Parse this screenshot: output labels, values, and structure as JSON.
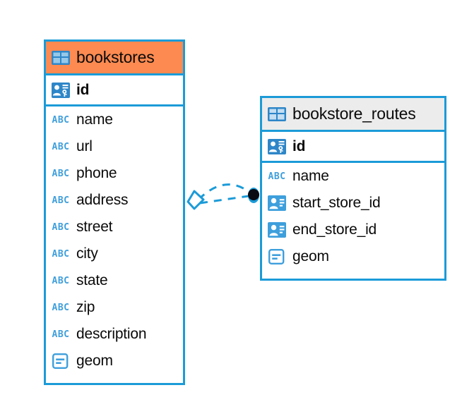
{
  "diagram": {
    "type": "entity-relationship-diagram",
    "background_color": "#FFFFFF",
    "accent_color": "#1B9BD8",
    "highlight_color": "#FD8A50",
    "header_gray": "#ECECEC"
  },
  "entities": [
    {
      "name": "bookstores",
      "header_style": "orange",
      "table_icon": "table-icon",
      "fields": [
        {
          "name": "id",
          "type_icon": "primary-key-icon",
          "is_key": true
        },
        {
          "name": "name",
          "type_icon": "text-abc-icon",
          "is_key": false
        },
        {
          "name": "url",
          "type_icon": "text-abc-icon",
          "is_key": false
        },
        {
          "name": "phone",
          "type_icon": "text-abc-icon",
          "is_key": false
        },
        {
          "name": "address",
          "type_icon": "text-abc-icon",
          "is_key": false
        },
        {
          "name": "street",
          "type_icon": "text-abc-icon",
          "is_key": false
        },
        {
          "name": "city",
          "type_icon": "text-abc-icon",
          "is_key": false
        },
        {
          "name": "state",
          "type_icon": "text-abc-icon",
          "is_key": false
        },
        {
          "name": "zip",
          "type_icon": "text-abc-icon",
          "is_key": false
        },
        {
          "name": "description",
          "type_icon": "text-abc-icon",
          "is_key": false
        },
        {
          "name": "geom",
          "type_icon": "geometry-icon",
          "is_key": false
        }
      ]
    },
    {
      "name": "bookstore_routes",
      "header_style": "gray",
      "table_icon": "table-icon",
      "fields": [
        {
          "name": "id",
          "type_icon": "primary-key-icon",
          "is_key": true
        },
        {
          "name": "name",
          "type_icon": "text-abc-icon",
          "is_key": false
        },
        {
          "name": "start_store_id",
          "type_icon": "foreign-key-icon",
          "is_key": false
        },
        {
          "name": "end_store_id",
          "type_icon": "foreign-key-icon",
          "is_key": false
        },
        {
          "name": "geom",
          "type_icon": "geometry-icon",
          "is_key": false
        }
      ]
    }
  ],
  "relationship": {
    "style": "dashed",
    "color": "#1B9BD8",
    "source_endpoint": "diamond",
    "target_endpoint": "filled-circle",
    "target_endpoint_color": "#0A0A12",
    "branches": 2
  },
  "icon_text": {
    "abc": "ABC"
  }
}
